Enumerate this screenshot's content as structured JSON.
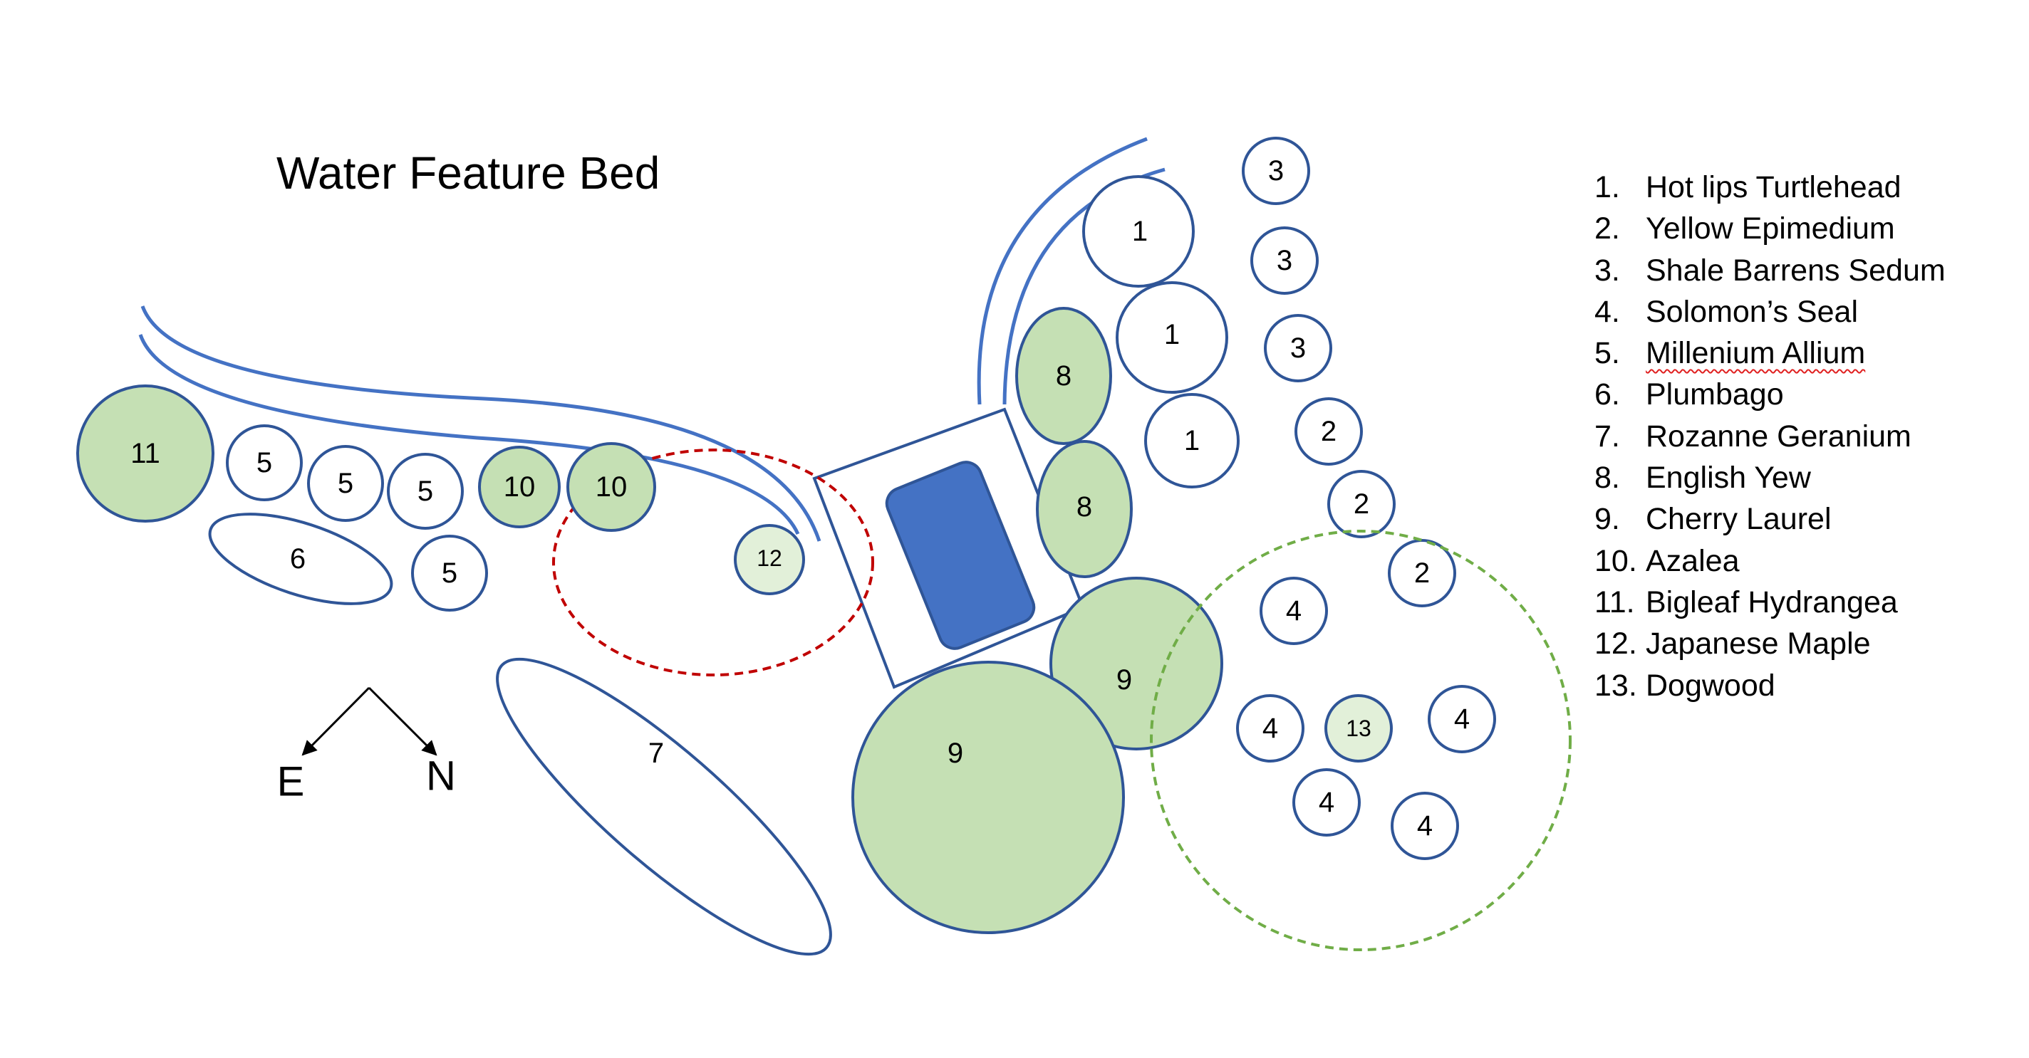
{
  "title": "Water Feature Bed",
  "legend": [
    {
      "number": "1.",
      "name": "Hot lips Turtlehead"
    },
    {
      "number": "2.",
      "name": "Yellow Epimedium"
    },
    {
      "number": "3.",
      "name": "Shale Barrens Sedum"
    },
    {
      "number": "4.",
      "name": "Solomon’s Seal"
    },
    {
      "number": "5.",
      "name": "Millenium Allium",
      "spellcheck_underline": true
    },
    {
      "number": "6.",
      "name": "Plumbago"
    },
    {
      "number": "7.",
      "name": "Rozanne Geranium"
    },
    {
      "number": "8.",
      "name": "English Yew"
    },
    {
      "number": "9.",
      "name": "Cherry Laurel"
    },
    {
      "number": "10.",
      "name": "Azalea"
    },
    {
      "number": "11.",
      "name": "Bigleaf Hydrangea"
    },
    {
      "number": "12.",
      "name": "Japanese Maple"
    },
    {
      "number": "13.",
      "name": "Dogwood"
    }
  ],
  "compass": {
    "left_label": "E",
    "right_label": "N"
  },
  "plant_labels": {
    "p1a": "1",
    "p1b": "1",
    "p1c": "1",
    "p2a": "2",
    "p2b": "2",
    "p2c": "2",
    "p3a": "3",
    "p3b": "3",
    "p3c": "3",
    "p4a": "4",
    "p4b": "4",
    "p4c": "4",
    "p4d": "4",
    "p4e": "4",
    "p5a": "5",
    "p5b": "5",
    "p5c": "5",
    "p5d": "5",
    "p6": "6",
    "p7": "7",
    "p8a": "8",
    "p8b": "8",
    "p9a": "9",
    "p9b": "9",
    "p10a": "10",
    "p10b": "10",
    "p11": "11",
    "p12": "12",
    "p13": "13"
  },
  "colors": {
    "outline": "#2f5597",
    "curve": "#4472c4",
    "green_fill": "#c5e0b4",
    "light_green_fill": "#e2f0d9",
    "pond_fill": "#4472c4",
    "maple_zone": "#c00000",
    "dogwood_zone": "#70ad47"
  }
}
